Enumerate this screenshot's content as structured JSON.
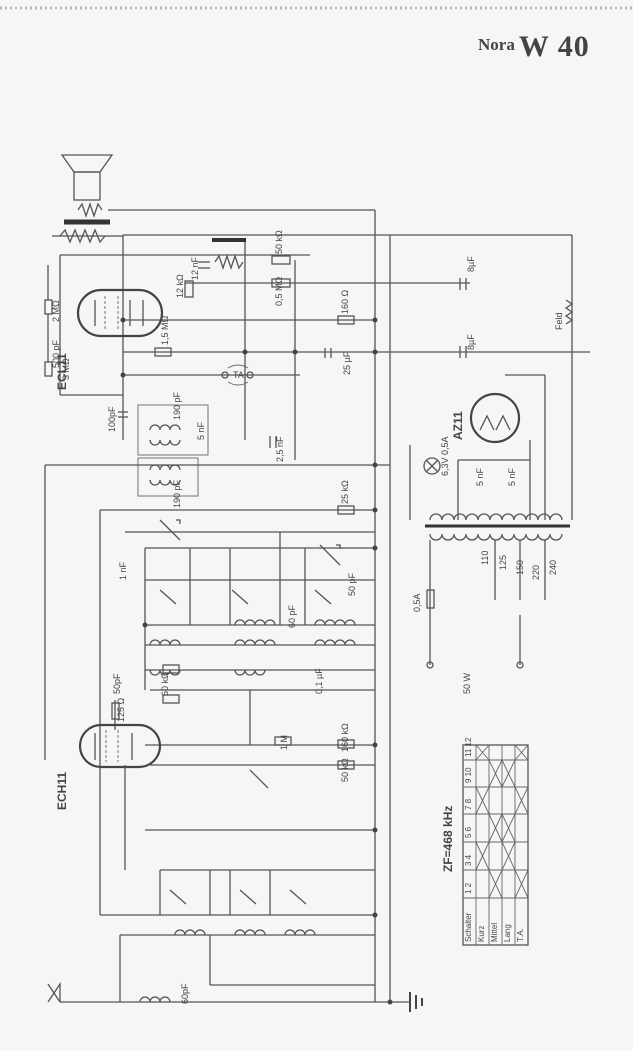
{
  "header": {
    "maker": "Nora",
    "model": "W 40"
  },
  "tubes": {
    "output": "ECL11",
    "mixer": "ECH11",
    "rectifier": "AZ11"
  },
  "labels": {
    "zf": "ZF=468 kHz",
    "power": "50 W",
    "lamp": "6,3V 0,5A",
    "fuse": "0,5A",
    "field": "Feld",
    "ta": "TA",
    "mains_taps": [
      "110",
      "125",
      "150",
      "220",
      "240"
    ],
    "caps_left": [
      "500 pF",
      "2 MΩ",
      "3 MΩ"
    ],
    "c_100pf": "100pF",
    "c_190a": "190 pF",
    "c_190b": "190 pF",
    "c_5nf": "5 nF",
    "c_25nf": "2,5 nF",
    "c_25uf": "25 µF",
    "c_8uf_a": "8µF",
    "c_8uf_b": "8µF",
    "r_12k": "12 kΩ",
    "c_12nf": "12 nF",
    "r_50k": "50 kΩ",
    "r_05m": "0,5 MΩ",
    "r_160": "160 Ω",
    "r_15m": "1,5 MΩ",
    "r_25k": "25 kΩ",
    "c_1nf": "1 nF",
    "c_50pf_a": "50 pF",
    "c_60pf": "60 pF",
    "c_50pf_b": "50pF",
    "r_60k": "60 kΩ",
    "c_01uf": "0,1 µF",
    "r_125": "125 Ω",
    "r_1m": "1 M",
    "r_160k": "160 kΩ",
    "r_50k_b": "50 kΩ",
    "c_60pf_ant": "60pF",
    "c_5nf_psu": "5 nF",
    "c_5nf_psu2": "5 nF"
  },
  "switch_table": {
    "header": [
      "Schalter",
      "1 2",
      "3 4",
      "5 6",
      "7 8",
      "9 10",
      "11 12"
    ],
    "rows": [
      {
        "name": "Kurz",
        "marks": [
          false,
          true,
          false,
          true,
          false,
          true
        ]
      },
      {
        "name": "Mittel",
        "marks": [
          true,
          false,
          true,
          false,
          true,
          false
        ]
      },
      {
        "name": "Lang",
        "marks": [
          false,
          true,
          true,
          false,
          true,
          false
        ]
      },
      {
        "name": "T.A.",
        "marks": [
          true,
          false,
          false,
          true,
          false,
          true
        ]
      }
    ]
  }
}
